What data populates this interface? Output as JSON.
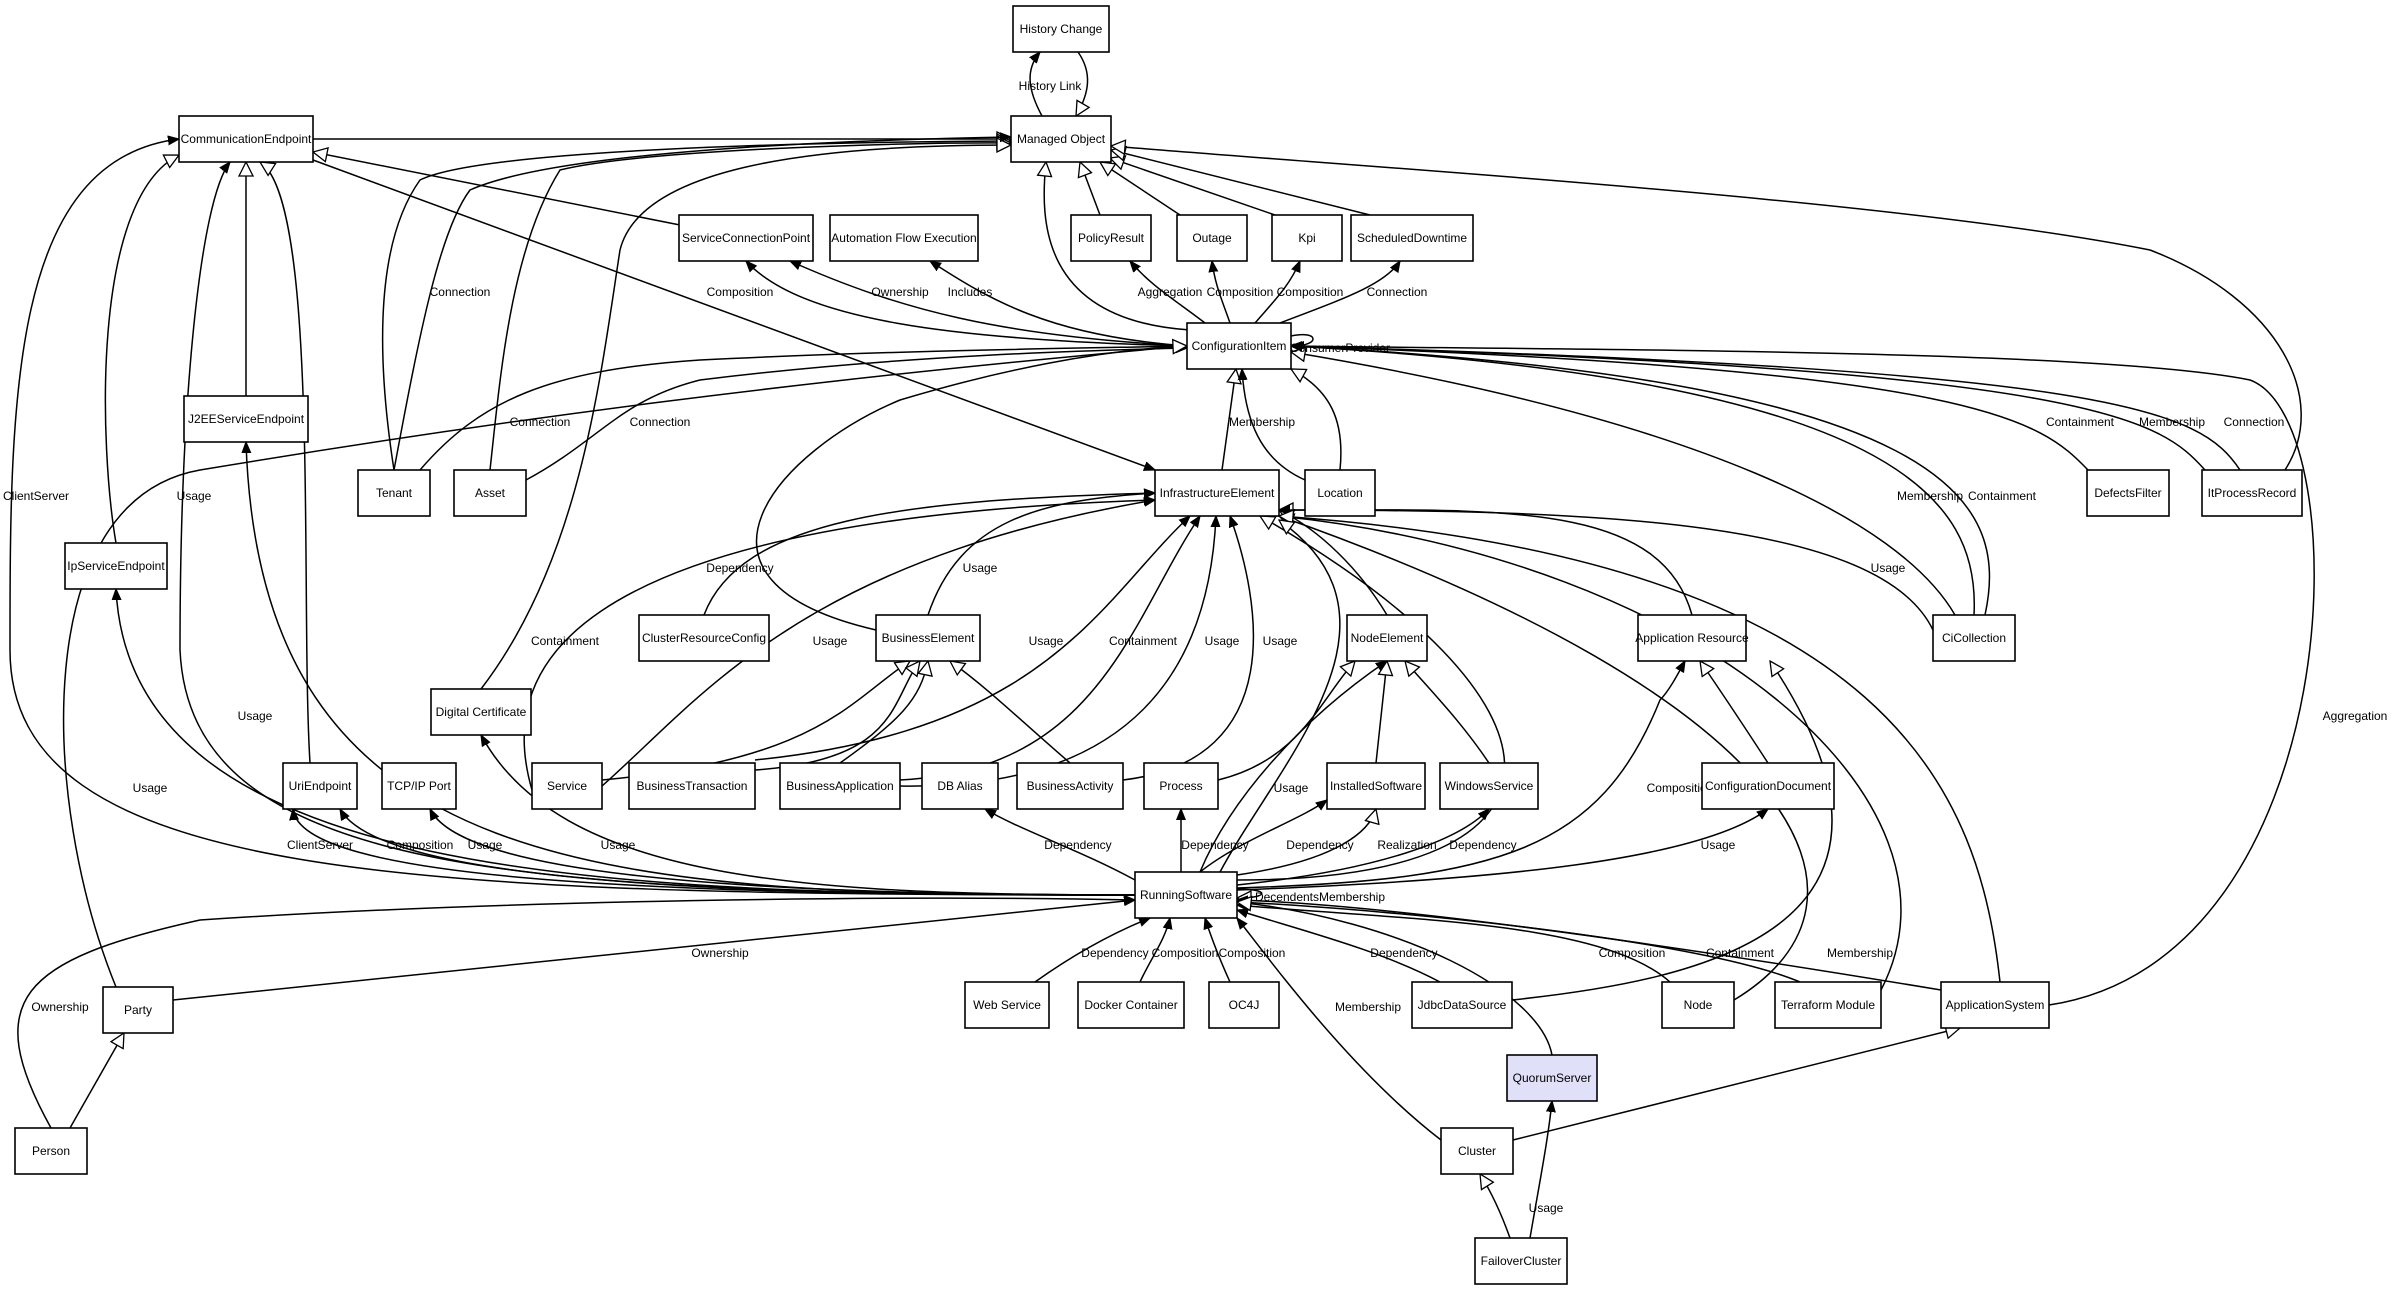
{
  "colors": {
    "highlight_fill": "#e0e0f8",
    "stroke": "#000000"
  },
  "nodes": [
    {
      "id": "history_change",
      "label": "History Change"
    },
    {
      "id": "managed_object",
      "label": "Managed Object"
    },
    {
      "id": "communication_endpoint",
      "label": "CommunicationEndpoint"
    },
    {
      "id": "service_connection_point",
      "label": "ServiceConnectionPoint"
    },
    {
      "id": "automation_flow_execution",
      "label": "Automation Flow Execution"
    },
    {
      "id": "policy_result",
      "label": "PolicyResult"
    },
    {
      "id": "outage",
      "label": "Outage"
    },
    {
      "id": "kpi",
      "label": "Kpi"
    },
    {
      "id": "scheduled_downtime",
      "label": "ScheduledDowntime"
    },
    {
      "id": "configuration_item",
      "label": "ConfigurationItem"
    },
    {
      "id": "j2ee_service_endpoint",
      "label": "J2EEServiceEndpoint"
    },
    {
      "id": "tenant",
      "label": "Tenant"
    },
    {
      "id": "asset",
      "label": "Asset"
    },
    {
      "id": "infrastructure_element",
      "label": "InfrastructureElement"
    },
    {
      "id": "location",
      "label": "Location"
    },
    {
      "id": "defects_filter",
      "label": "DefectsFilter"
    },
    {
      "id": "it_process_record",
      "label": "ItProcessRecord"
    },
    {
      "id": "ip_service_endpoint",
      "label": "IpServiceEndpoint"
    },
    {
      "id": "cluster_resource_config",
      "label": "ClusterResourceConfig"
    },
    {
      "id": "business_element",
      "label": "BusinessElement"
    },
    {
      "id": "node_element",
      "label": "NodeElement"
    },
    {
      "id": "application_resource",
      "label": "Application Resource"
    },
    {
      "id": "ci_collection",
      "label": "CiCollection"
    },
    {
      "id": "digital_certificate",
      "label": "Digital Certificate"
    },
    {
      "id": "uri_endpoint",
      "label": "UriEndpoint"
    },
    {
      "id": "tcpip_port",
      "label": "TCP/IP Port"
    },
    {
      "id": "service",
      "label": "Service"
    },
    {
      "id": "business_transaction",
      "label": "BusinessTransaction"
    },
    {
      "id": "business_application",
      "label": "BusinessApplication"
    },
    {
      "id": "db_alias",
      "label": "DB Alias"
    },
    {
      "id": "business_activity",
      "label": "BusinessActivity"
    },
    {
      "id": "process",
      "label": "Process"
    },
    {
      "id": "installed_software",
      "label": "InstalledSoftware"
    },
    {
      "id": "windows_service",
      "label": "WindowsService"
    },
    {
      "id": "configuration_document",
      "label": "ConfigurationDocument"
    },
    {
      "id": "running_software",
      "label": "RunningSoftware"
    },
    {
      "id": "party",
      "label": "Party"
    },
    {
      "id": "web_service",
      "label": "Web Service"
    },
    {
      "id": "docker_container",
      "label": "Docker Container"
    },
    {
      "id": "oc4j",
      "label": "OC4J"
    },
    {
      "id": "jdbc_data_source",
      "label": "JdbcDataSource"
    },
    {
      "id": "node",
      "label": "Node"
    },
    {
      "id": "terraform_module",
      "label": "Terraform Module"
    },
    {
      "id": "application_system",
      "label": "ApplicationSystem"
    },
    {
      "id": "quorum_server",
      "label": "QuorumServer",
      "highlight": true
    },
    {
      "id": "person",
      "label": "Person"
    },
    {
      "id": "cluster",
      "label": "Cluster"
    },
    {
      "id": "failover_cluster",
      "label": "FailoverCluster"
    }
  ],
  "edges": [
    {
      "id": "e_history_link",
      "from": "managed_object",
      "to": "history_change",
      "arrow": "filled",
      "label": "History Link"
    },
    {
      "id": "e_hc_mo",
      "from": "history_change",
      "to": "managed_object",
      "arrow": "hollow",
      "label": ""
    },
    {
      "id": "e_ce_mo",
      "from": "communication_endpoint",
      "to": "managed_object",
      "arrow": "hollow",
      "label": ""
    },
    {
      "id": "e_scp_ce",
      "from": "service_connection_point",
      "to": "communication_endpoint",
      "arrow": "hollow",
      "label": ""
    },
    {
      "id": "e_ce_ie",
      "from": "communication_endpoint",
      "to": "infrastructure_element",
      "arrow": "filled",
      "label": ""
    },
    {
      "id": "e_pr_mo",
      "from": "policy_result",
      "to": "managed_object",
      "arrow": "hollow",
      "label": ""
    },
    {
      "id": "e_out_mo",
      "from": "outage",
      "to": "managed_object",
      "arrow": "hollow",
      "label": ""
    },
    {
      "id": "e_kpi_mo",
      "from": "kpi",
      "to": "managed_object",
      "arrow": "hollow",
      "label": ""
    },
    {
      "id": "e_sd_mo",
      "from": "scheduled_downtime",
      "to": "managed_object",
      "arrow": "hollow",
      "label": ""
    },
    {
      "id": "e_ipr_mo",
      "from": "it_process_record",
      "to": "managed_object",
      "arrow": "hollow",
      "label": ""
    },
    {
      "id": "e_ci_mo",
      "from": "configuration_item",
      "to": "managed_object",
      "arrow": "hollow",
      "label": ""
    },
    {
      "id": "e_tenant_mo",
      "from": "tenant",
      "to": "managed_object",
      "arrow": "hollow",
      "label": ""
    },
    {
      "id": "e_asset_mo",
      "from": "asset",
      "to": "managed_object",
      "arrow": "hollow",
      "label": ""
    },
    {
      "id": "e_dc_mo",
      "from": "digital_certificate",
      "to": "managed_object",
      "arrow": "hollow",
      "label": ""
    },
    {
      "id": "e_conn_tenant",
      "from": "tenant",
      "to": "managed_object",
      "arrow": "filled",
      "label": "Connection"
    },
    {
      "id": "e_ci_scp",
      "from": "configuration_item",
      "to": "service_connection_point",
      "arrow": "filled",
      "label": "Composition"
    },
    {
      "id": "e_ci_scp2",
      "from": "configuration_item",
      "to": "service_connection_point",
      "arrow": "filled",
      "label": "Ownership"
    },
    {
      "id": "e_ci_afe",
      "from": "configuration_item",
      "to": "automation_flow_execution",
      "arrow": "filled",
      "label": "Includes"
    },
    {
      "id": "e_ci_pr",
      "from": "configuration_item",
      "to": "policy_result",
      "arrow": "filled",
      "label": "Aggregation"
    },
    {
      "id": "e_ci_out",
      "from": "configuration_item",
      "to": "outage",
      "arrow": "filled",
      "label": "Composition"
    },
    {
      "id": "e_ci_kpi",
      "from": "configuration_item",
      "to": "kpi",
      "arrow": "filled",
      "label": "Composition"
    },
    {
      "id": "e_ci_sd",
      "from": "configuration_item",
      "to": "scheduled_downtime",
      "arrow": "filled",
      "label": "Connection"
    },
    {
      "id": "e_ci_self",
      "from": "configuration_item",
      "to": "configuration_item",
      "arrow": "filled",
      "label": "ConsumerProvider"
    },
    {
      "id": "e_j2ee_ce",
      "from": "j2ee_service_endpoint",
      "to": "communication_endpoint",
      "arrow": "hollow",
      "label": ""
    },
    {
      "id": "e_tenant_ci",
      "from": "tenant",
      "to": "configuration_item",
      "arrow": "filled",
      "label": "Connection"
    },
    {
      "id": "e_asset_ci",
      "from": "asset",
      "to": "configuration_item",
      "arrow": "filled",
      "label": "Connection"
    },
    {
      "id": "e_ie_ci",
      "from": "infrastructure_element",
      "to": "configuration_item",
      "arrow": "hollow",
      "label": ""
    },
    {
      "id": "e_loc_ci",
      "from": "location",
      "to": "configuration_item",
      "arrow": "hollow",
      "label": ""
    },
    {
      "id": "e_loc_ci_m",
      "from": "location",
      "to": "configuration_item",
      "arrow": "filled",
      "label": "Membership"
    },
    {
      "id": "e_df_ci",
      "from": "defects_filter",
      "to": "configuration_item",
      "arrow": "filled",
      "label": "Containment"
    },
    {
      "id": "e_ipr_ci_m",
      "from": "it_process_record",
      "to": "configuration_item",
      "arrow": "filled",
      "label": "Membership"
    },
    {
      "id": "e_ipr_ci_c",
      "from": "it_process_record",
      "to": "configuration_item",
      "arrow": "filled",
      "label": "Connection"
    },
    {
      "id": "e_cic_ci",
      "from": "ci_collection",
      "to": "configuration_item",
      "arrow": "hollow",
      "label": ""
    },
    {
      "id": "e_cic_ci_m",
      "from": "ci_collection",
      "to": "configuration_item",
      "arrow": "filled",
      "label": "Membership"
    },
    {
      "id": "e_cic_ci_c",
      "from": "ci_collection",
      "to": "configuration_item",
      "arrow": "filled",
      "label": "Containment"
    },
    {
      "id": "e_as_ci",
      "from": "application_system",
      "to": "configuration_item",
      "arrow": "filled",
      "label": "Aggregation"
    },
    {
      "id": "e_party_ci",
      "from": "party",
      "to": "configuration_item",
      "arrow": "filled",
      "label": ""
    },
    {
      "id": "e_ipse_ce",
      "from": "ip_service_endpoint",
      "to": "communication_endpoint",
      "arrow": "hollow",
      "label": ""
    },
    {
      "id": "e_crc_ie",
      "from": "cluster_resource_config",
      "to": "infrastructure_element",
      "arrow": "filled",
      "label": "Dependency"
    },
    {
      "id": "e_be_ie",
      "from": "business_element",
      "to": "infrastructure_element",
      "arrow": "filled",
      "label": "Usage"
    },
    {
      "id": "e_be_ci",
      "from": "business_element",
      "to": "configuration_item",
      "arrow": "hollow",
      "label": ""
    },
    {
      "id": "e_ne_ie",
      "from": "node_element",
      "to": "infrastructure_element",
      "arrow": "hollow",
      "label": ""
    },
    {
      "id": "e_ar_ie",
      "from": "application_resource",
      "to": "infrastructure_element",
      "arrow": "hollow",
      "label": ""
    },
    {
      "id": "e_cic_ie",
      "from": "ci_collection",
      "to": "infrastructure_element",
      "arrow": "filled",
      "label": "Usage"
    },
    {
      "id": "e_svc_ie_c",
      "from": "service",
      "to": "infrastructure_element",
      "arrow": "filled",
      "label": "Containment"
    },
    {
      "id": "e_svc_ie_u",
      "from": "service",
      "to": "infrastructure_element",
      "arrow": "filled",
      "label": "Usage"
    },
    {
      "id": "e_svc_be",
      "from": "service",
      "to": "business_element",
      "arrow": "hollow",
      "label": ""
    },
    {
      "id": "e_bt_be",
      "from": "business_transaction",
      "to": "business_element",
      "arrow": "hollow",
      "label": ""
    },
    {
      "id": "e_bt_ie",
      "from": "business_transaction",
      "to": "infrastructure_element",
      "arrow": "filled",
      "label": "Usage"
    },
    {
      "id": "e_ba_be",
      "from": "business_application",
      "to": "business_element",
      "arrow": "hollow",
      "label": ""
    },
    {
      "id": "e_ba_ie_c",
      "from": "business_application",
      "to": "infrastructure_element",
      "arrow": "filled",
      "label": "Containment"
    },
    {
      "id": "e_ba_ie_u",
      "from": "business_application",
      "to": "infrastructure_element",
      "arrow": "filled",
      "label": "Usage"
    },
    {
      "id": "e_bact_be",
      "from": "business_activity",
      "to": "business_element",
      "arrow": "hollow",
      "label": ""
    },
    {
      "id": "e_bact_ie",
      "from": "business_activity",
      "to": "infrastructure_element",
      "arrow": "filled",
      "label": "Usage"
    },
    {
      "id": "e_proc_ne",
      "from": "process",
      "to": "node_element",
      "arrow": "hollow",
      "label": ""
    },
    {
      "id": "e_is_ne",
      "from": "installed_software",
      "to": "node_element",
      "arrow": "hollow",
      "label": ""
    },
    {
      "id": "e_ws_ne",
      "from": "windows_service",
      "to": "node_element",
      "arrow": "hollow",
      "label": ""
    },
    {
      "id": "e_cd_ar",
      "from": "configuration_document",
      "to": "application_resource",
      "arrow": "hollow",
      "label": ""
    },
    {
      "id": "e_rs_ar",
      "from": "running_software",
      "to": "application_resource",
      "arrow": "filled",
      "label": "Composition"
    },
    {
      "id": "e_rs_cd",
      "from": "running_software",
      "to": "configuration_document",
      "arrow": "filled",
      "label": "Usage"
    },
    {
      "id": "e_rs_ws",
      "from": "running_software",
      "to": "windows_service",
      "arrow": "filled",
      "label": "Dependency"
    },
    {
      "id": "e_rs_is_d",
      "from": "running_software",
      "to": "installed_software",
      "arrow": "filled",
      "label": "Dependency"
    },
    {
      "id": "e_rs_is_r",
      "from": "running_software",
      "to": "installed_software",
      "arrow": "hollow",
      "label": "Realization"
    },
    {
      "id": "e_rs_ne",
      "from": "running_software",
      "to": "node_element",
      "arrow": "filled",
      "label": "Usage"
    },
    {
      "id": "e_rs_proc",
      "from": "running_software",
      "to": "process",
      "arrow": "filled",
      "label": "Dependency"
    },
    {
      "id": "e_rs_db",
      "from": "running_software",
      "to": "db_alias",
      "arrow": "filled",
      "label": "Dependency"
    },
    {
      "id": "e_rs_ie",
      "from": "running_software",
      "to": "infrastructure_element",
      "arrow": "hollow",
      "label": ""
    },
    {
      "id": "e_rs_dc",
      "from": "running_software",
      "to": "digital_certificate",
      "arrow": "filled",
      "label": "Usage"
    },
    {
      "id": "e_rs_tcp",
      "from": "running_software",
      "to": "tcpip_port",
      "arrow": "filled",
      "label": "Usage"
    },
    {
      "id": "e_rs_uri_c",
      "from": "running_software",
      "to": "uri_endpoint",
      "arrow": "filled",
      "label": "Composition"
    },
    {
      "id": "e_rs_uri_cs",
      "from": "running_software",
      "to": "uri_endpoint",
      "arrow": "filled",
      "label": "ClientServer"
    },
    {
      "id": "e_uri_ce",
      "from": "uri_endpoint",
      "to": "communication_endpoint",
      "arrow": "hollow",
      "label": ""
    },
    {
      "id": "e_rs_j2ee",
      "from": "running_software",
      "to": "j2ee_service_endpoint",
      "arrow": "filled",
      "label": "Usage"
    },
    {
      "id": "e_rs_ipse",
      "from": "running_software",
      "to": "ip_service_endpoint",
      "arrow": "filled",
      "label": "Usage"
    },
    {
      "id": "e_rs_ce_u",
      "from": "running_software",
      "to": "communication_endpoint",
      "arrow": "filled",
      "label": "Usage"
    },
    {
      "id": "e_rs_ce_cs",
      "from": "running_software",
      "to": "communication_endpoint",
      "arrow": "filled",
      "label": "ClientServer"
    },
    {
      "id": "e_rs_self",
      "from": "running_software",
      "to": "running_software",
      "arrow": "hollow",
      "label": "DecendentsMembership"
    },
    {
      "id": "e_party_rs",
      "from": "party",
      "to": "running_software",
      "arrow": "filled",
      "label": "Ownership"
    },
    {
      "id": "e_person_rs",
      "from": "person",
      "to": "running_software",
      "arrow": "filled",
      "label": "Ownership"
    },
    {
      "id": "e_person_party",
      "from": "person",
      "to": "party",
      "arrow": "hollow",
      "label": ""
    },
    {
      "id": "e_wsvc_rs",
      "from": "web_service",
      "to": "running_software",
      "arrow": "filled",
      "label": "Dependency"
    },
    {
      "id": "e_dock_rs",
      "from": "docker_container",
      "to": "running_software",
      "arrow": "filled",
      "label": "Composition"
    },
    {
      "id": "e_oc4j_rs",
      "from": "oc4j",
      "to": "running_software",
      "arrow": "filled",
      "label": "Composition"
    },
    {
      "id": "e_jdbc_rs",
      "from": "jdbc_data_source",
      "to": "running_software",
      "arrow": "filled",
      "label": "Dependency"
    },
    {
      "id": "e_jdbc_ar",
      "from": "jdbc_data_source",
      "to": "application_resource",
      "arrow": "hollow",
      "label": ""
    },
    {
      "id": "e_node_rs",
      "from": "node",
      "to": "running_software",
      "arrow": "filled",
      "label": "Composition"
    },
    {
      "id": "e_node_ie",
      "from": "node",
      "to": "infrastructure_element",
      "arrow": "hollow",
      "label": ""
    },
    {
      "id": "e_tm_rs",
      "from": "terraform_module",
      "to": "running_software",
      "arrow": "filled",
      "label": "Containment"
    },
    {
      "id": "e_tm_ie",
      "from": "terraform_module",
      "to": "infrastructure_element",
      "arrow": "hollow",
      "label": ""
    },
    {
      "id": "e_as_rs",
      "from": "application_system",
      "to": "running_software",
      "arrow": "filled",
      "label": "Membership"
    },
    {
      "id": "e_as_ie",
      "from": "application_system",
      "to": "infrastructure_element",
      "arrow": "hollow",
      "label": ""
    },
    {
      "id": "e_qs_rs",
      "from": "quorum_server",
      "to": "running_software",
      "arrow": "hollow",
      "label": ""
    },
    {
      "id": "e_cl_rs",
      "from": "cluster",
      "to": "running_software",
      "arrow": "filled",
      "label": "Membership"
    },
    {
      "id": "e_cl_as",
      "from": "cluster",
      "to": "application_system",
      "arrow": "hollow",
      "label": ""
    },
    {
      "id": "e_fc_cl",
      "from": "failover_cluster",
      "to": "cluster",
      "arrow": "hollow",
      "label": ""
    },
    {
      "id": "e_fc_qs",
      "from": "failover_cluster",
      "to": "quorum_server",
      "arrow": "filled",
      "label": "Usage"
    },
    {
      "id": "e_rs_ie2",
      "from": "running_software",
      "to": "infrastructure_element",
      "arrow": "hollow",
      "label": ""
    }
  ]
}
